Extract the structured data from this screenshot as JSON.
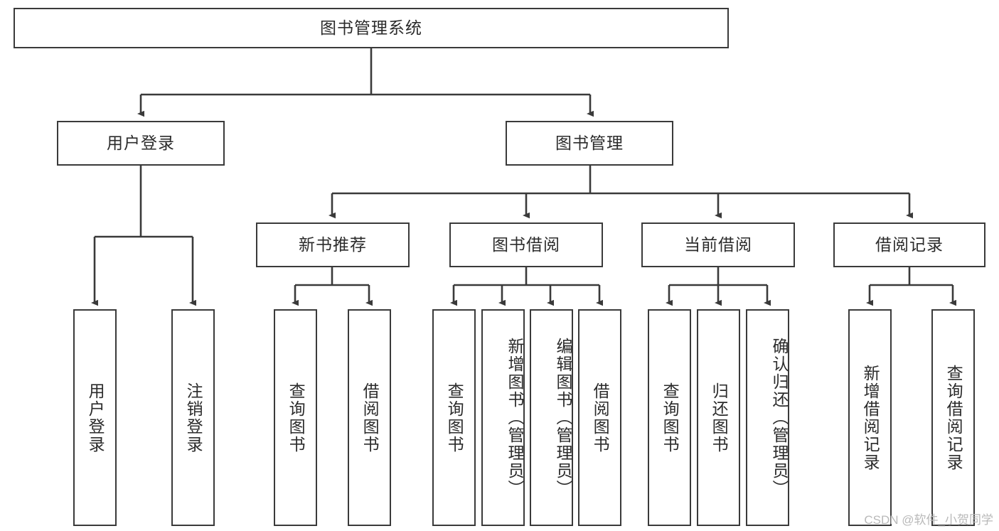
{
  "diagram": {
    "title": "图书管理系统",
    "type": "tree-hierarchy-chart",
    "colors": {
      "stroke": "#3a3a3a",
      "fill": "#ffffff",
      "text": "#2b2b2b",
      "watermark": "#b9b9b9"
    },
    "root": {
      "label": "图书管理系统"
    },
    "level2": [
      {
        "label": "用户登录"
      },
      {
        "label": "图书管理"
      }
    ],
    "level3": [
      {
        "label": "新书推荐"
      },
      {
        "label": "图书借阅"
      },
      {
        "label": "当前借阅"
      },
      {
        "label": "借阅记录"
      }
    ],
    "leaves": {
      "user_login": [
        {
          "label": "用户登录"
        },
        {
          "label": "注销登录"
        }
      ],
      "new_book_recommend": [
        {
          "label": "查询图书"
        },
        {
          "label": "借阅图书"
        }
      ],
      "book_borrow": [
        {
          "label": "查询图书"
        },
        {
          "label": "新增图书（管理员）"
        },
        {
          "label": "编辑图书（管理员）"
        },
        {
          "label": "借阅图书"
        }
      ],
      "current_borrow": [
        {
          "label": "查询图书"
        },
        {
          "label": "归还图书"
        },
        {
          "label": "确认归还（管理员）"
        }
      ],
      "borrow_record": [
        {
          "label": "新增借阅记录"
        },
        {
          "label": "查询借阅记录"
        }
      ]
    },
    "watermark": "CSDN @软件_小贺同学"
  }
}
